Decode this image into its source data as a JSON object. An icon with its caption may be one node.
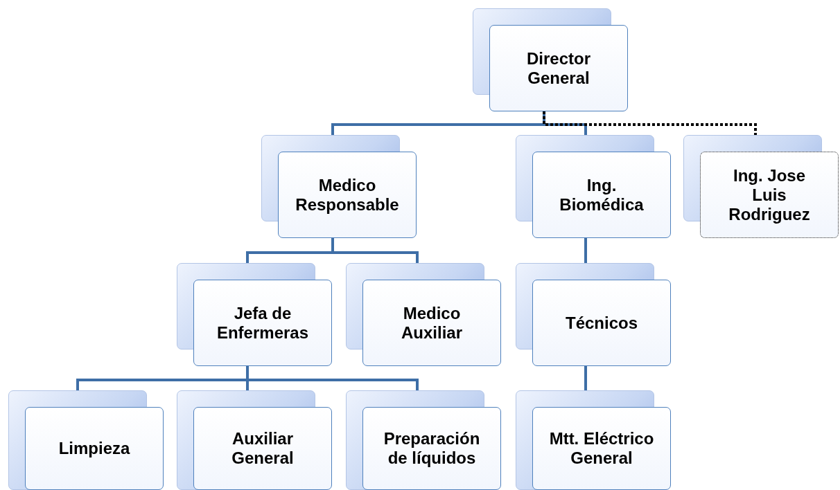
{
  "diagram": {
    "nodes": [
      {
        "text": [
          "Director General"
        ]
      },
      {
        "text": [
          "Medico Responsable"
        ]
      },
      {
        "text": [
          "Ing. Biomédica"
        ]
      },
      {
        "text": [
          "Ing. Jose Luis Rodriguez"
        ]
      },
      {
        "text": [
          "Jefa de Enfermeras"
        ]
      },
      {
        "text": [
          "Medico Auxiliar"
        ]
      },
      {
        "text": [
          "Técnicos"
        ]
      },
      {
        "text": [
          "Limpieza"
        ]
      },
      {
        "text": [
          "Auxiliar General"
        ]
      },
      {
        "text": [
          "Preparación de líquidos"
        ]
      },
      {
        "text": [
          "Mtt. Eléctrico General"
        ]
      }
    ],
    "edges": [
      {
        "from": 0,
        "to": 1,
        "arrow": "none"
      },
      {
        "from": 0,
        "to": 2,
        "arrow": "none"
      },
      {
        "from": 0,
        "to": 3,
        "arrow": "none",
        "style": "dashed",
        "color": "#000000"
      },
      {
        "from": 1,
        "to": 4,
        "arrow": "none"
      },
      {
        "from": 1,
        "to": 5,
        "arrow": "none"
      },
      {
        "from": 2,
        "to": 6,
        "arrow": "none"
      },
      {
        "from": 4,
        "to": 7,
        "arrow": "none"
      },
      {
        "from": 4,
        "to": 8,
        "arrow": "none"
      },
      {
        "from": 4,
        "to": 9,
        "arrow": "none"
      },
      {
        "from": 6,
        "to": 10,
        "arrow": "none"
      }
    ]
  }
}
